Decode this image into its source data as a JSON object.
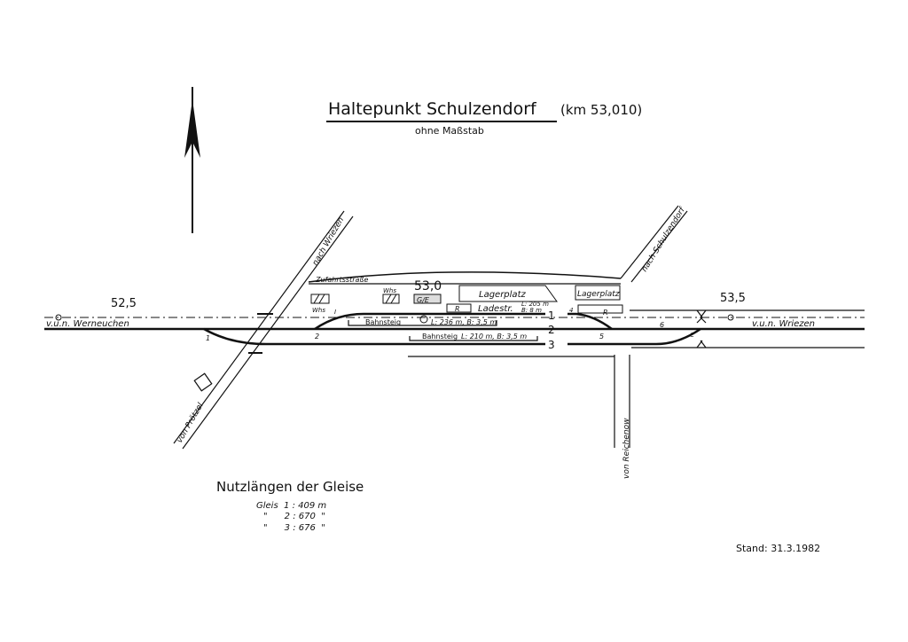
{
  "title": "Haltepunkt  Schulzendorf",
  "title_km": "(km 53,010)",
  "subtitle": "ohne Maßstab",
  "km_marks": [
    "52,5",
    "53,0",
    "53,5"
  ],
  "roads": {
    "nach_wriezen": "nach Wriezen",
    "von_protzel": "von Prötzel",
    "nach_schulzendorf": "nach Schulzendorf",
    "von_reichenow": "von Reichenow",
    "zufahrt": "Zufahrtsstraße"
  },
  "directions": {
    "left": "v.u.n. Werneuchen",
    "right": "v.u.n. Wriezen"
  },
  "buildings": {
    "whs1": "Whs",
    "whs2": "Whs",
    "gue": "G/E",
    "lagerplatz1": "Lagerplatz",
    "lagerplatz2": "Lagerplatz",
    "r1": "R",
    "r2": "R",
    "ladestr": "Ladestr.",
    "ladestr_dims": [
      "L: 205 m",
      "B: 8 m"
    ]
  },
  "platforms": [
    {
      "label": "Bahnsteig",
      "dims": "L: 236 m, B: 3,5 m"
    },
    {
      "label": "Bahnsteig",
      "dims": "L: 210 m, B: 3,5 m"
    }
  ],
  "tracks": [
    "1",
    "2",
    "3"
  ],
  "switches": [
    "1",
    "2",
    "I",
    "4",
    "5",
    "6",
    "C"
  ],
  "legend": {
    "heading": "Nutzlängen der Gleise",
    "rows": [
      "Gleis  1 : 409 m",
      "\"      2 : 670  \"",
      "\"      3 : 676  \""
    ]
  },
  "stand": "Stand: 31.3.1982"
}
